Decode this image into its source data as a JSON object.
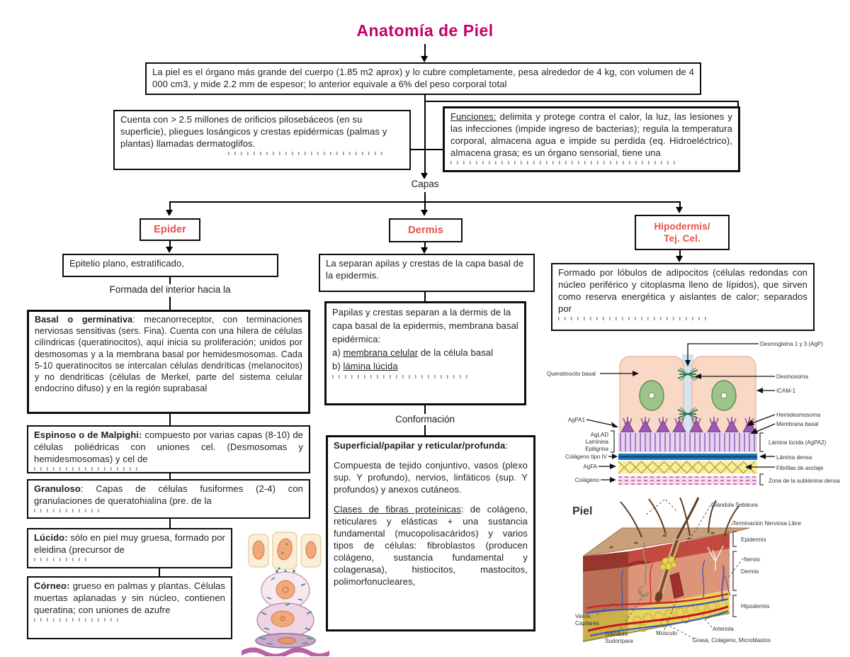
{
  "title": "Anatomía de Piel",
  "colors": {
    "title": "#C40068",
    "branch_label": "#E8504B"
  },
  "intro": {
    "text": "La piel es el órgano más grande del cuerpo (1.85 m2 aprox) y lo cubre completamente, pesa alrededor de 4 kg, con volumen de 4 000 cm3, y mide 2.2 mm de espesor; lo anterior equivale a 6% del peso corporal total"
  },
  "orificios": {
    "text": "Cuenta con > 2.5 millones de orificios pilosebáceos (en su superficie), pliegues losángicos y crestas epidérmicas (palmas y plantas) llamadas dermatoglifos."
  },
  "funciones": {
    "lead": "Funciones:",
    "text": " delimita y protege contra el calor, la luz, las lesiones y las infecciones (impide ingreso de bacterias); regula la temperatura corporal, almacena agua e impide su perdida (eq. Hidroeléctrico), almacena grasa; es un órgano sensorial, tiene una"
  },
  "capas_label": "Capas",
  "branches": {
    "epidermis": "Epider",
    "dermis": "Dermis",
    "hipodermis_line1": "Hipodermis/",
    "hipodermis_line2": "Tej. Cel."
  },
  "epidermis_col": {
    "epitelio": "Epitelio plano, estratificado,",
    "formada": "Formada del interior hacia la",
    "basal": {
      "lead": "Basal o germinativa",
      "text": ": mecanorreceptor, con terminaciones nerviosas sensitivas (sers. Fina). Cuenta con una hilera de células cilíndricas (queratinocitos), aquí inicia su proliferación; unidos por desmosomas y a la membrana basal por hemidesmosomas. Cada 5-10 queratinocitos se intercalan células dendríticas (melanocitos) y no dendríticas (células de Merkel, parte del sistema celular endocrino difuso) y en la región suprabasal"
    },
    "espinoso": {
      "lead": "Espinoso o de Malpighi:",
      "text": " compuesto por varias capas (8-10) de células poliédricas con uniones cel. (Desmosomas y hemidesmosomas) y cel de"
    },
    "granuloso": {
      "lead": "Granuloso",
      "text": ": Capas de células fusiformes (2-4) con granulaciones de queratohialina (pre. de la"
    },
    "lucido": {
      "lead": "Lúcido:",
      "text": " sólo en piel muy gruesa, formado por eleidina (precursor de"
    },
    "corneo": {
      "lead": "Córneo:",
      "text": " grueso en palmas y plantas. Células muertas aplanadas y sin núcleo, contienen queratina; con uniones de azufre"
    }
  },
  "dermis_col": {
    "separan": "La separan apilas y crestas de la capa basal de la epidermis.",
    "papilas": {
      "text": "Papilas y crestas separan a la dermis de la capa basal de la epidermis, membrana basal epidérmica:",
      "item_a_prefix": "a) ",
      "item_a_u": "membrana celular",
      "item_a_rest": " de la célula basal",
      "item_b_prefix": "b) ",
      "item_b_u": "lámina lúcida"
    },
    "conformacion": "Conformación",
    "superficial": {
      "head": "Superficial/papilar y reticular/profunda",
      "head_colon": ":",
      "p1": "Compuesta de tejido conjuntivo, vasos (plexo sup. Y profundo), nervios, linfáticos (sup. Y profundos) y anexos cutáneos.",
      "p2_u": "Clases de fibras proteínicas",
      "p2": ": de colágeno, reticulares y elásticas + una sustancia fundamental (mucopolisacáridos) y varios tipos de células: fibroblastos (producen colágeno, sustancia fundamental y colagenasa), histiocitos, mastocitos, polimorfonucleares,"
    }
  },
  "hipodermis_col": {
    "formado": "Formado por lóbulos de adipocitos (células redondas con núcleo periférico y citoplasma lleno de lípidos), que sirven como reserva energética y aislantes de calor; separados por"
  },
  "bm_diagram": {
    "labels": {
      "queratinocito": "Queratinocito basal",
      "desmogleina": "Desmogleina 1 y 3 (AgP)",
      "desmosoma": "Desmosoma",
      "icam": "ICAM-1",
      "hemidesmosoma": "Hemidesmosoma",
      "membrana_basal": "Membrana basal",
      "agpa1": "AgPA1",
      "aglad": "AgLAD",
      "laminina": "Laminina",
      "epiligrina": "Epiligrina",
      "colageno_iv": "Colágeno tipo IV",
      "agfa": "AgFA",
      "colageno": "Colágeno",
      "lamina_lucida": "Lámina lúcida (AgPA2)",
      "lamina_densa": "Lámina densa",
      "fibrillas": "Fibrillas de anclaje",
      "zona_sublamina": "Zona de la sublámina densa"
    }
  },
  "piel_diagram": {
    "title": "Piel",
    "labels": {
      "glandula_sebacea": "Glándula Sebácea",
      "terminacion": "Terminación Nerviosa Libre",
      "epidermis": "Epidermis",
      "nervio": "Nervio",
      "dermis": "Dermis",
      "hipodermis": "Hipodermis",
      "vasos_1": "Vasos",
      "vasos_2": "Capilares",
      "sudoripara_1": "Glándula",
      "sudoripara_2": "Sudorípara",
      "musculo": "Músculo",
      "arteriola": "Arteriola",
      "grasa": "Grasa, Colágeno, Microblastos"
    }
  }
}
